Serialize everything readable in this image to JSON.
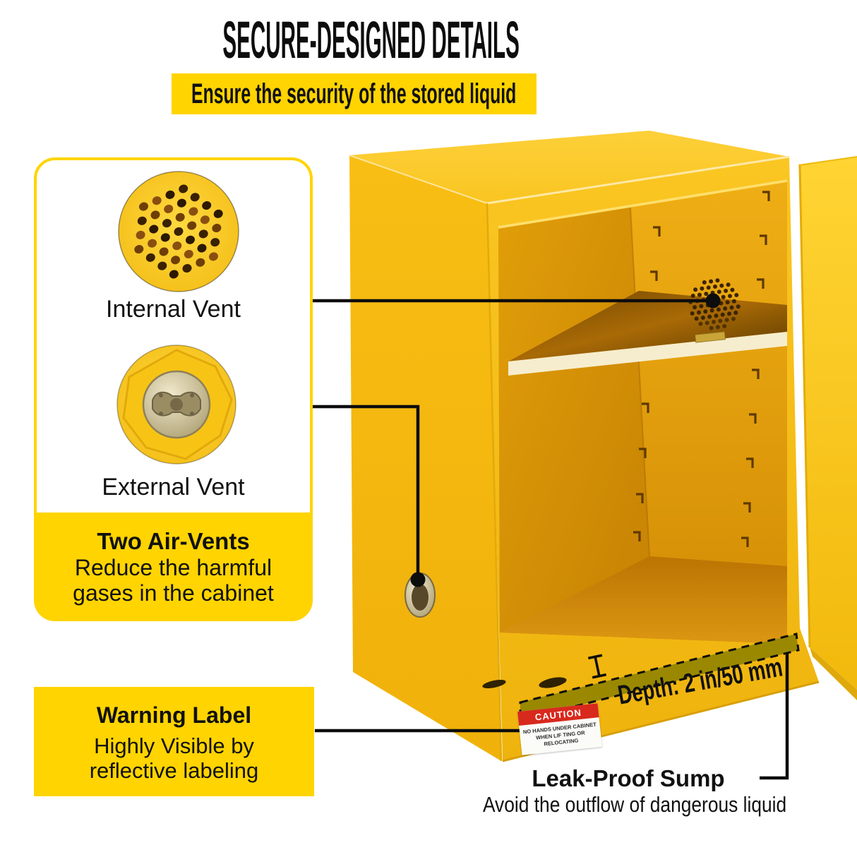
{
  "header": {
    "title": "SECURE-DESIGNED DETAILS",
    "subtitle": "Ensure the security of the stored liquid"
  },
  "vent_panel": {
    "internal_vent_label": "Internal Vent",
    "external_vent_label": "External Vent",
    "feature_title": "Two Air-Vents",
    "feature_desc_line1": "Reduce the harmful",
    "feature_desc_line2": "gases in the cabinet"
  },
  "warning_box": {
    "title": "Warning Label",
    "desc_line1": "Highly Visible by",
    "desc_line2": "reflective labeling"
  },
  "cabinet": {
    "depth_note": "Depth: 2 in/50 mm",
    "caution_label": {
      "title": "CAUTION",
      "line1": "NO HANDS UNDER CABINET",
      "line2": "WHEN LIF TING OR RELOCATING"
    }
  },
  "sump_note": {
    "title": "Leak-Proof Sump",
    "desc": "Avoid the outflow of dangerous liquid"
  },
  "colors": {
    "accent_yellow": "#FFD400",
    "cabinet_yellow": "#F8BF18",
    "interior_amber": "#D69104",
    "caution_red": "#D8291D",
    "sump_olive": "#9A8800",
    "text_black": "#111111"
  }
}
